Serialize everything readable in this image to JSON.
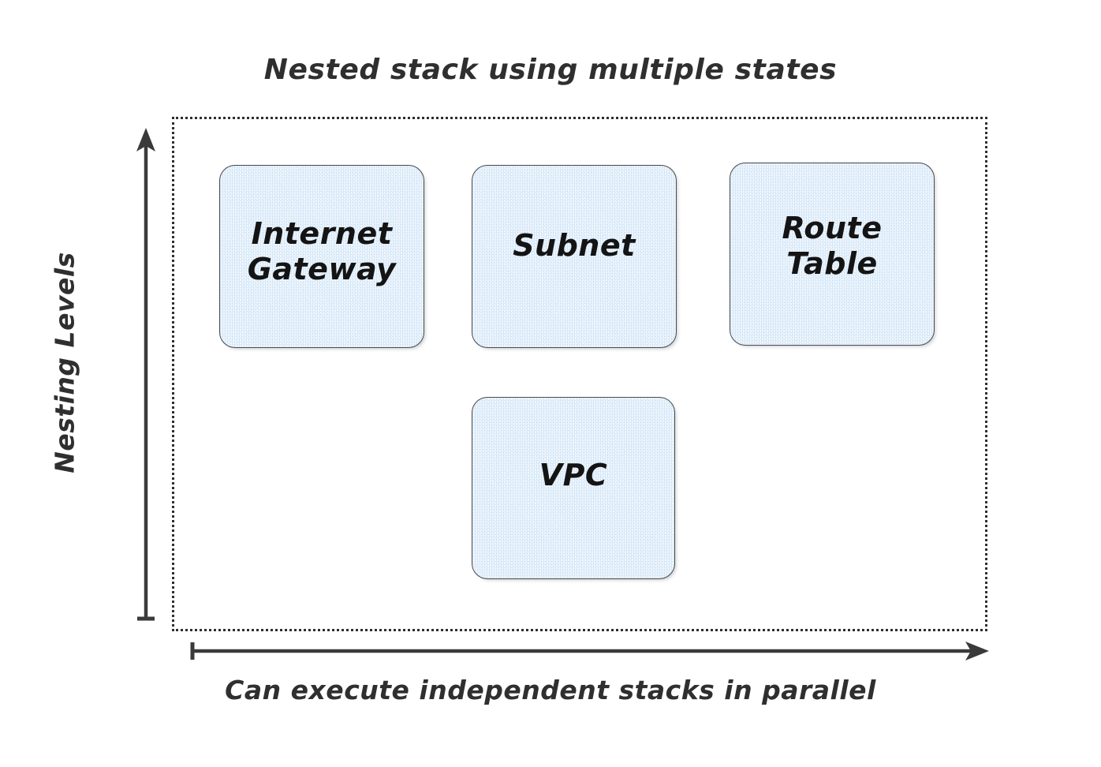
{
  "diagram": {
    "title": "Nested stack using multiple states",
    "axes": {
      "y_label": "Nesting Levels",
      "x_label": "Can execute independent stacks in parallel"
    },
    "frame": {
      "border_style": "dotted",
      "border_color": "#2e2e2e"
    },
    "style": {
      "box_fill": "#dceaf9",
      "box_border": "#4a4a4a",
      "text_color": "#141414",
      "axis_color": "#3a3a3a"
    },
    "nodes": [
      {
        "id": "internet-gateway",
        "label": "Internet\nGateway",
        "row": 1,
        "column": 1
      },
      {
        "id": "subnet",
        "label": "Subnet",
        "row": 1,
        "column": 2
      },
      {
        "id": "route-table",
        "label": "Route\nTable",
        "row": 1,
        "column": 3
      },
      {
        "id": "vpc",
        "label": "VPC",
        "row": 2,
        "column": 2
      }
    ]
  }
}
